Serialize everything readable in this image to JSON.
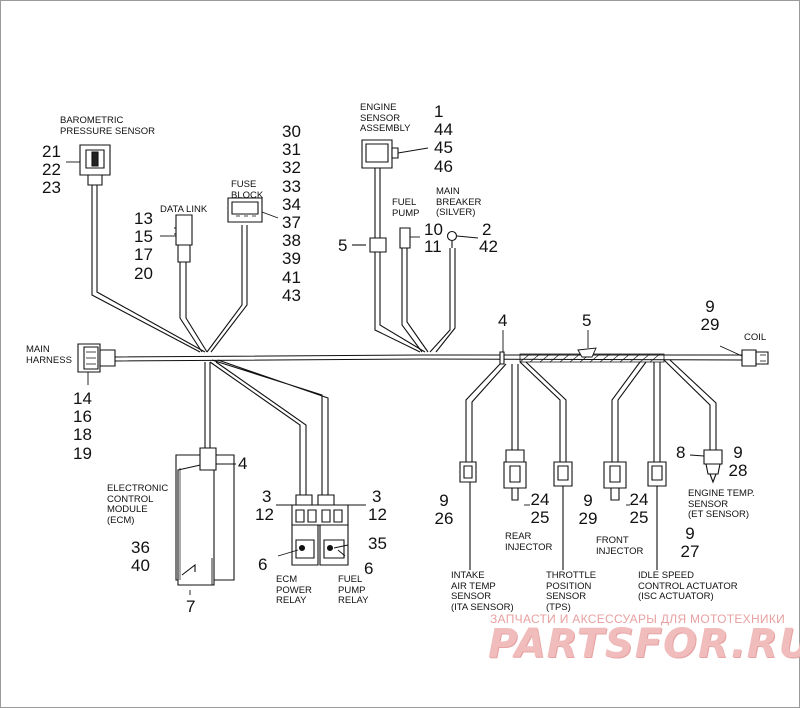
{
  "components": {
    "barometric_sensor": "BAROMETRIC\nPRESSURE SENSOR",
    "engine_sensor_assembly": "ENGINE\nSENSOR\nASSEMBLY",
    "fuse_block": "FUSE\nBLOCK",
    "data_link": "DATA LINK",
    "fuel_pump": "FUEL\nPUMP",
    "main_breaker": "MAIN\nBREAKER\n(SILVER)",
    "coil": "COIL",
    "main_harness": "MAIN\nHARNESS",
    "ecm": "ELECTRONIC\nCONTROL\nMODULE\n(ECM)",
    "ecm_power_relay": "ECM\nPOWER\nRELAY",
    "fuel_pump_relay": "FUEL\nPUMP\nRELAY",
    "engine_temp_sensor": "ENGINE TEMP.\nSENSOR\n(ET SENSOR)",
    "rear_injector": "REAR\nINJECTOR",
    "front_injector": "FRONT\nINJECTOR",
    "intake_air_temp_sensor": "INTAKE\nAIR TEMP\nSENSOR\n(ITA SENSOR)",
    "throttle_position_sensor": "THROTTLE\nPOSITION\nSENSOR\n(TPS)",
    "idle_speed_control_actuator": "IDLE SPEED\nCONTROL ACTUATOR\n(ISC ACTUATOR)"
  },
  "callouts": {
    "baro": "21\n22\n23",
    "engine_sensor": "1\n44\n45\n46",
    "fuse_block": "30\n31\n32\n33\n34\n37\n38\n39\n41\n43",
    "data_link": "13\n15\n17\n20",
    "fuel_pump_a": "10",
    "fuel_pump_b": "11",
    "breaker_a": "2",
    "breaker_b": "42",
    "clip_left": "5",
    "harness_clip_4": "4",
    "harness_clip_5": "5",
    "coil": "9\n29",
    "main_harness": "14\n16\n18\n19",
    "ecm_clip": "4",
    "ecm_parts": "36\n40",
    "ecm_bottom": "7",
    "relay_left_top": "3",
    "relay_left_mid": "12",
    "relay_right_top": "3",
    "relay_right_mid": "12",
    "relay_left_bottom": "6",
    "relay_right_bottom": "6",
    "relay_35": "35",
    "et_sensor_8": "8",
    "et_sensor_9_28": "9\n28",
    "ita": "9\n26",
    "rear_injector": "24\n25",
    "tps": "9\n29",
    "front_injector": "24\n25",
    "isc": "9\n27"
  },
  "watermark": {
    "caption": "ЗАПЧАСТИ И АКСЕССУАРЫ ДЛЯ МОТОТЕХНИКИ",
    "logo": "PARTSFOR.RU"
  }
}
